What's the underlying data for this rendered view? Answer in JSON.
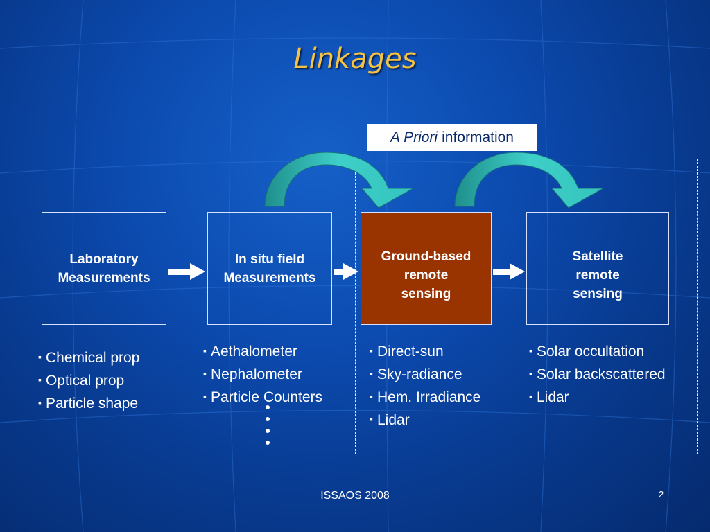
{
  "title": "Linkages",
  "apriori": {
    "italic": "A Priori",
    "rest": "information"
  },
  "boxes": [
    {
      "lines": [
        "Laboratory",
        "Measurements"
      ]
    },
    {
      "lines": [
        "In situ field",
        "Measurements"
      ]
    },
    {
      "lines": [
        "Ground-based",
        "remote",
        "sensing"
      ]
    },
    {
      "lines": [
        "Satellite",
        "remote",
        "sensing"
      ]
    }
  ],
  "lists": [
    [
      "Chemical prop",
      "Optical prop",
      "Particle shape"
    ],
    [
      "Aethalometer",
      "Nephalometer",
      "Particle Counters"
    ],
    [
      "Direct-sun",
      "Sky-radiance",
      "Hem. Irradiance",
      "Lidar"
    ],
    [
      "Solar occultation",
      "Solar backscattered",
      "Lidar"
    ]
  ],
  "footer": "ISSAOS 2008",
  "page_number": "2",
  "colors": {
    "background": "#0c4bb0",
    "title": "#f5c242",
    "ground_box": "#993300",
    "curved_arrow_light": "#3ecfc8",
    "curved_arrow_dark": "#1f8f8c"
  }
}
